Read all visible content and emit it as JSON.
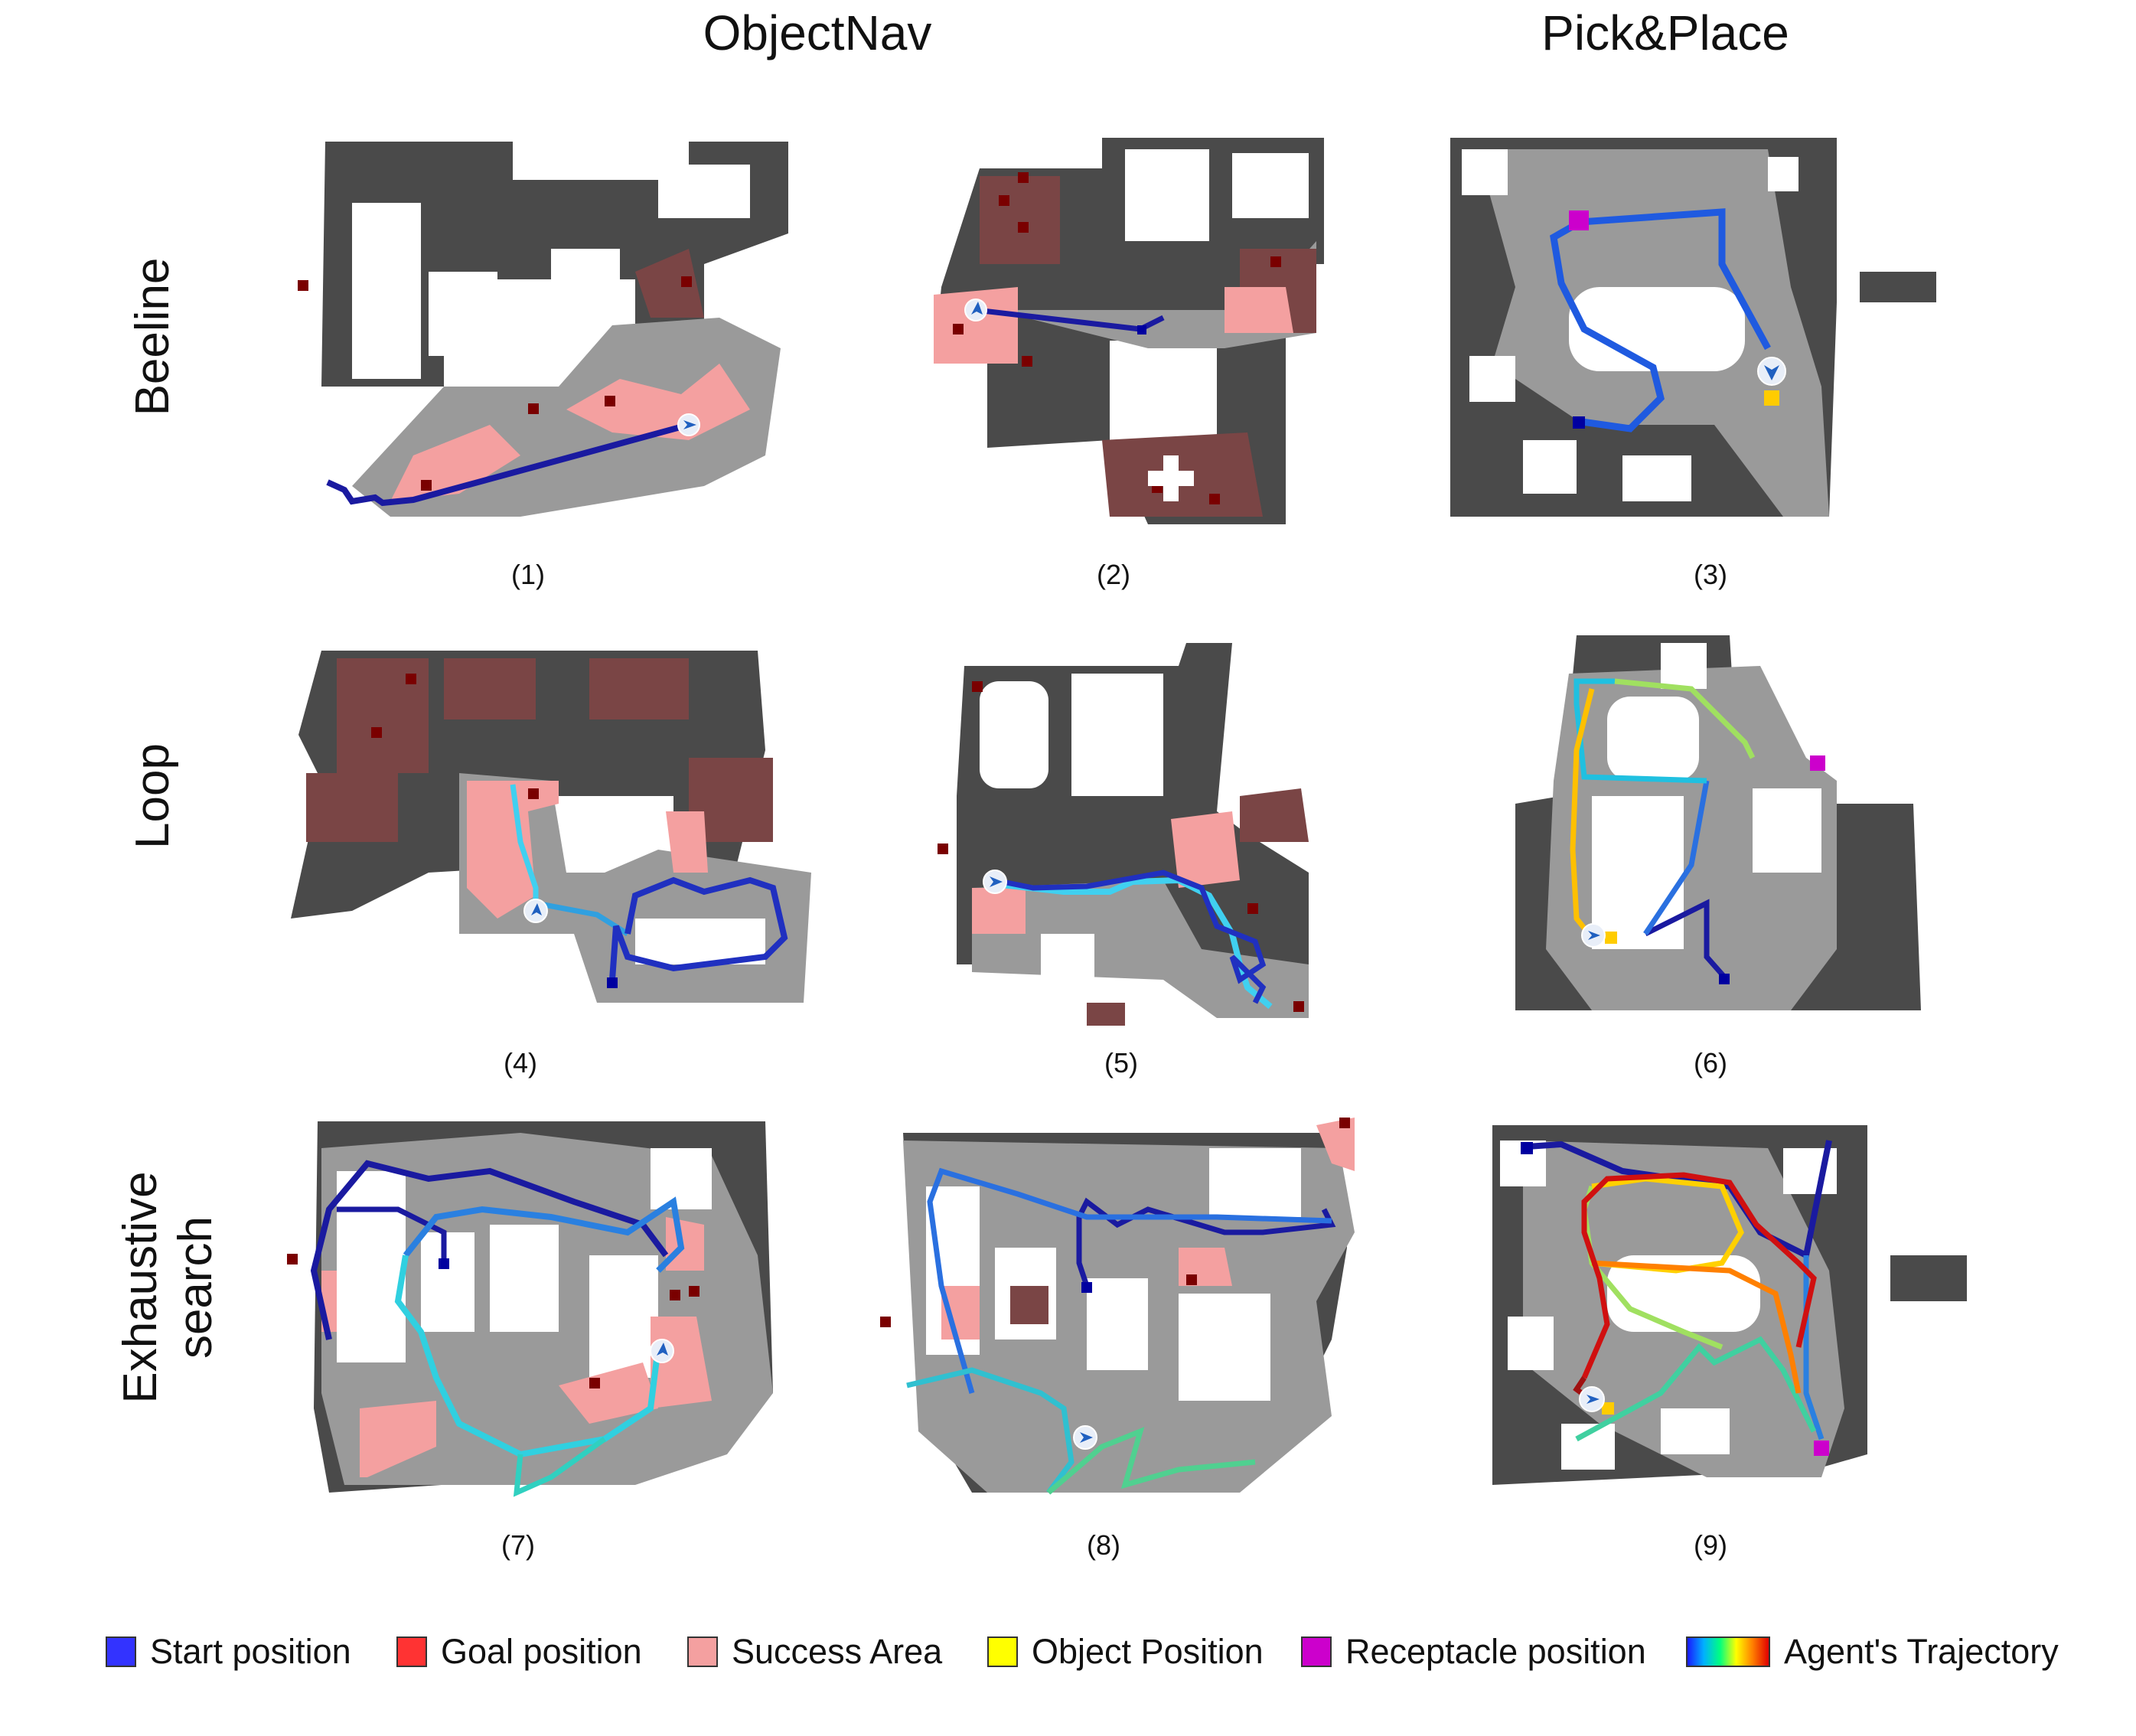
{
  "columns": {
    "objectnav": "ObjectNav",
    "pickplace": "Pick&Place"
  },
  "rows": {
    "beeline": "Beeline",
    "loop": "Loop",
    "exhaustive_line1": "Exhaustive",
    "exhaustive_line2": "search"
  },
  "panels": [
    {
      "caption": "(1)"
    },
    {
      "caption": "(2)"
    },
    {
      "caption": "(3)"
    },
    {
      "caption": "(4)"
    },
    {
      "caption": "(5)"
    },
    {
      "caption": "(6)"
    },
    {
      "caption": "(7)"
    },
    {
      "caption": "(8)"
    },
    {
      "caption": "(9)"
    }
  ],
  "legend": [
    {
      "label": "Start position",
      "color": "#3333ff"
    },
    {
      "label": "Goal position",
      "color": "#ff3333"
    },
    {
      "label": "Success Area",
      "color": "#f4a0a0"
    },
    {
      "label": "Object Position",
      "color": "#ffff00"
    },
    {
      "label": "Receptacle position",
      "color": "#cc00cc"
    },
    {
      "label": "Agent's Trajectory",
      "color": "gradient"
    }
  ],
  "colors": {
    "wall": "#4a4a4a",
    "floor": "#9a9a9a",
    "success": "#f4a0a0",
    "goal_dark": "#7a0000",
    "goal_area": "#7a4545",
    "start": "#0000a0",
    "object": "#ffcc00",
    "receptacle": "#cc00cc",
    "agent": "#2060c0"
  }
}
